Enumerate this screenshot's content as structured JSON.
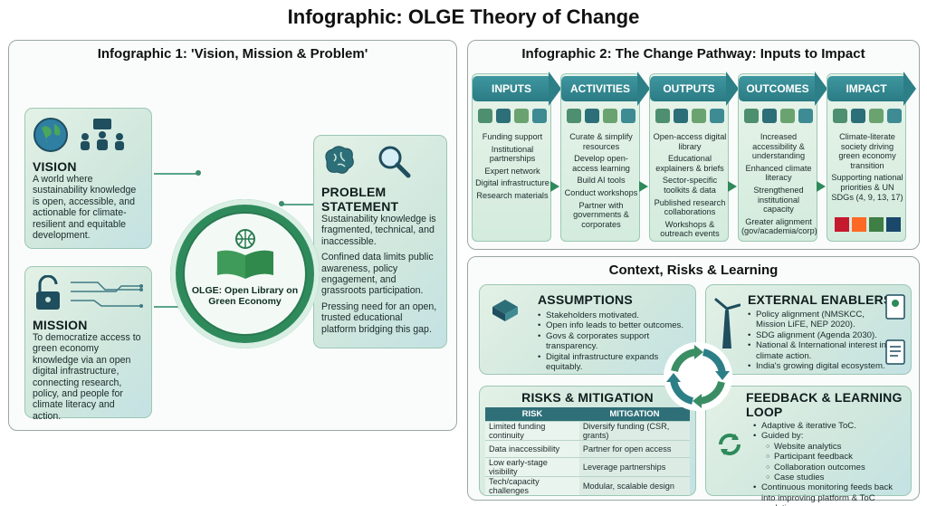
{
  "title": "Infographic: OLGE Theory of Change",
  "panel1": {
    "title": "Infographic 1: 'Vision, Mission & Problem'",
    "center_label": "OLGE: Open Library on Green Economy",
    "vision": {
      "heading": "VISION",
      "text": "A world where sustainability knowledge is open, accessible, and actionable for climate-resilient and equitable development."
    },
    "mission": {
      "heading": "MISSION",
      "text": "To democratize access to green economy knowledge via an open digital infrastructure, connecting research, policy, and people for climate literacy and action."
    },
    "problem": {
      "heading": "PROBLEM STATEMENT",
      "paragraphs": [
        "Sustainability knowledge is fragmented, technical, and inaccessible.",
        "Confined data limits public awareness, policy engagement, and grassroots participation.",
        "Pressing need for an open, trusted educational platform bridging this gap."
      ]
    }
  },
  "panel2": {
    "title": "Infographic 2: The Change Pathway: Inputs to Impact",
    "stages": [
      {
        "label": "INPUTS",
        "items": [
          "Funding support",
          "Institutional partnerships",
          "Expert network",
          "Digital infrastructure",
          "Research materials"
        ]
      },
      {
        "label": "ACTIVITIES",
        "items": [
          "Curate & simplify resources",
          "Develop open-access learning",
          "Build AI tools",
          "Conduct workshops",
          "Partner with governments & corporates"
        ]
      },
      {
        "label": "OUTPUTS",
        "items": [
          "Open-access digital library",
          "Educational explainers & briefs",
          "Sector-specific toolkits & data",
          "Published research collaborations",
          "Workshops & outreach events"
        ]
      },
      {
        "label": "OUTCOMES",
        "items": [
          "Increased accessibility & understanding",
          "Enhanced climate literacy",
          "Strengthened institutional capacity",
          "Greater alignment (gov/academia/corp)"
        ]
      },
      {
        "label": "IMPACT",
        "items": [
          "Climate-literate society driving green economy transition",
          "Supporting national priorities & UN SDGs (4, 9, 13, 17)"
        ]
      }
    ]
  },
  "panel3": {
    "title": "Context, Risks & Learning",
    "assumptions": {
      "heading": "ASSUMPTIONS",
      "items": [
        "Stakeholders motivated.",
        "Open info leads to better outcomes.",
        "Govs & corporates support transparency.",
        "Digital infrastructure expands equitably."
      ]
    },
    "enablers": {
      "heading": "EXTERNAL ENABLERS",
      "items": [
        "Policy alignment (NMSKCC, Mission LiFE, NEP 2020).",
        "SDG alignment (Agenda 2030).",
        "National & International interest in climate action.",
        "India's growing digital ecosystem."
      ]
    },
    "risks": {
      "heading": "RISKS & MITIGATION",
      "col_risk": "RISK",
      "col_mitigation": "MITIGATION",
      "rows": [
        {
          "risk": "Limited funding continuity",
          "mitigation": "Diversify funding (CSR, grants)"
        },
        {
          "risk": "Data inaccessibility",
          "mitigation": "Partner for open access"
        },
        {
          "risk": "Low early-stage visibility",
          "mitigation": "Leverage partnerships"
        },
        {
          "risk": "Tech/capacity challenges",
          "mitigation": "Modular, scalable design"
        }
      ]
    },
    "feedback": {
      "heading": "FEEDBACK & LEARNING LOOP",
      "item1": "Adaptive & iterative ToC.",
      "item2": "Guided by:",
      "sub": [
        "Website analytics",
        "Participant feedback",
        "Collaboration outcomes",
        "Case studies"
      ],
      "item3": "Continuous monitoring feeds back into improving platform & ToC evolution."
    }
  }
}
